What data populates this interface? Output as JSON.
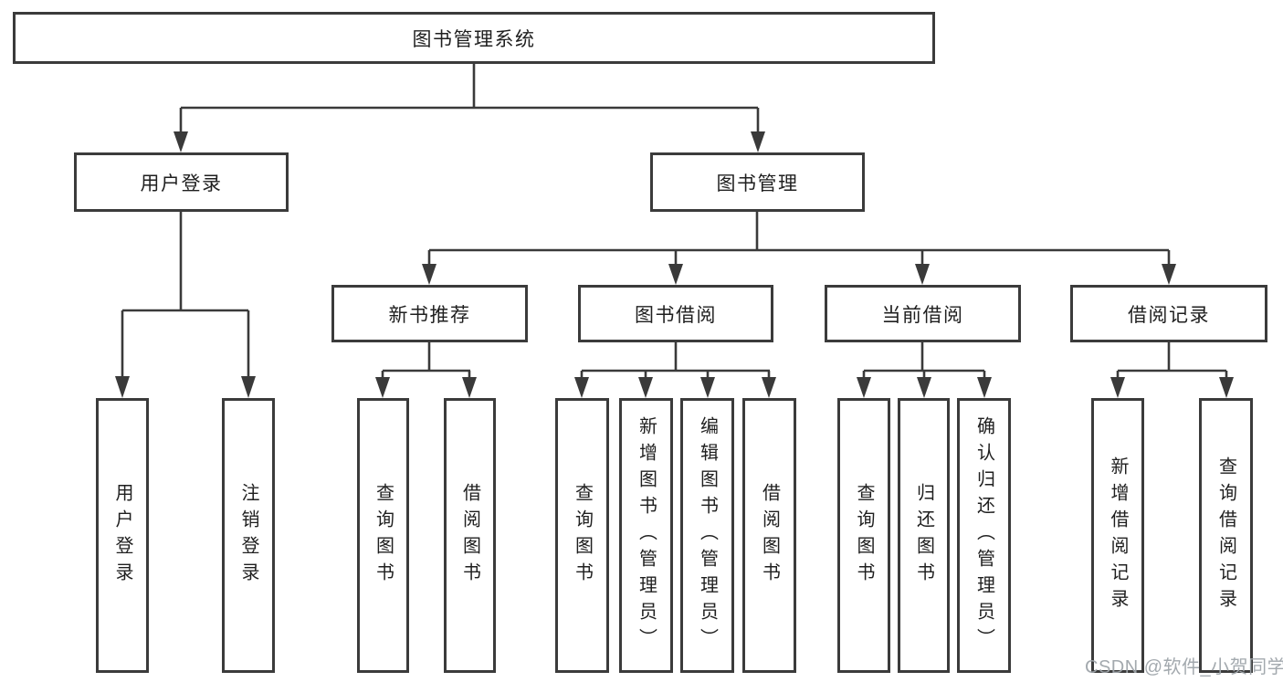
{
  "root": {
    "label": "图书管理系统"
  },
  "login": {
    "label": "用户登录",
    "children": [
      {
        "label": "用户登录"
      },
      {
        "label": "注销登录"
      }
    ]
  },
  "mgmt": {
    "label": "图书管理",
    "children": [
      {
        "label": "新书推荐",
        "children": [
          {
            "label": "查询图书"
          },
          {
            "label": "借阅图书"
          }
        ]
      },
      {
        "label": "图书借阅",
        "children": [
          {
            "label": "查询图书"
          },
          {
            "label": "新增图书（管理员）"
          },
          {
            "label": "编辑图书（管理员）"
          },
          {
            "label": "借阅图书"
          }
        ]
      },
      {
        "label": "当前借阅",
        "children": [
          {
            "label": "查询图书"
          },
          {
            "label": "归还图书"
          },
          {
            "label": "确认归还（管理员）"
          }
        ]
      },
      {
        "label": "借阅记录",
        "children": [
          {
            "label": "新增借阅记录"
          },
          {
            "label": "查询借阅记录"
          }
        ]
      }
    ]
  },
  "watermark": {
    "text": "CSDN @软件_小贺同学"
  },
  "colors": {
    "line": "#3a3a3a",
    "border": "#3b3b3b",
    "text": "#1f1f1f",
    "background": "#ffffff",
    "watermark": "#9ea4aa"
  }
}
